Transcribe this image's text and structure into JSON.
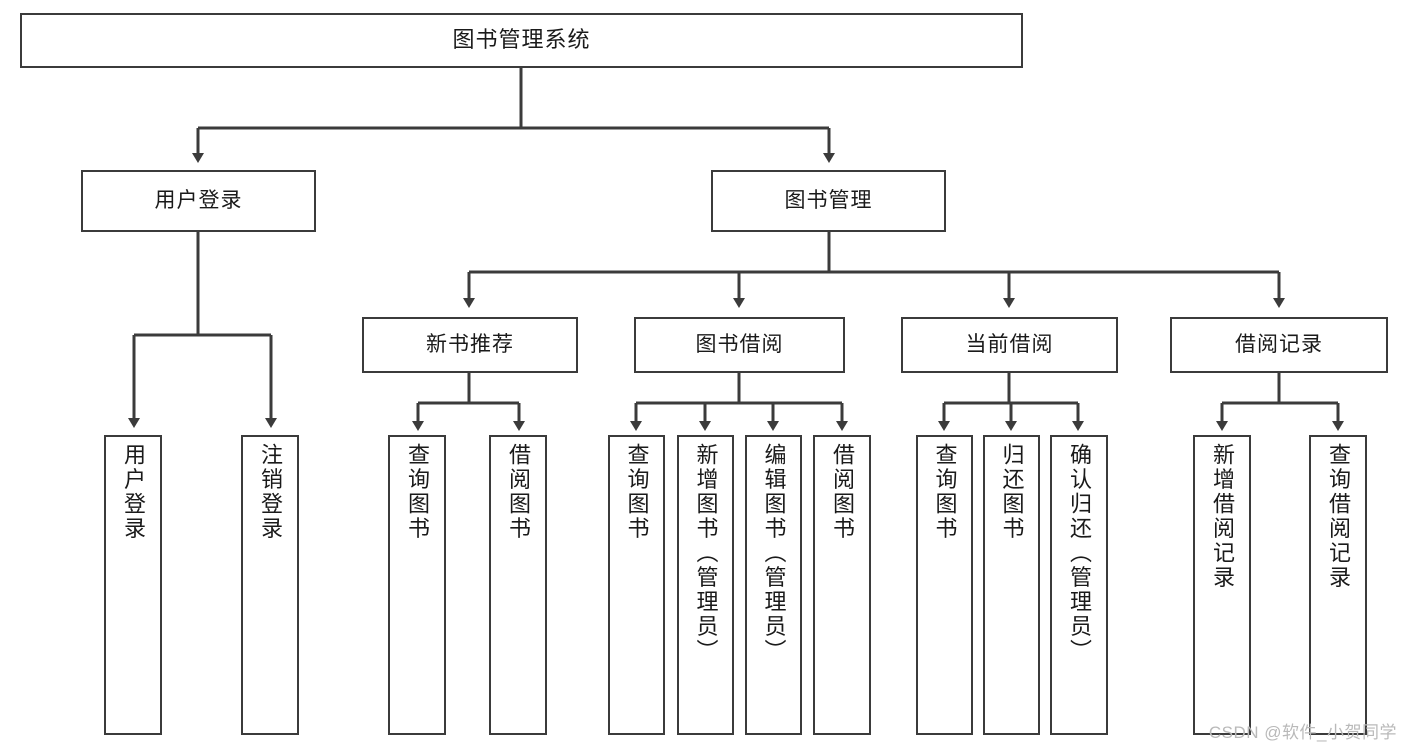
{
  "diagram": {
    "title": "图书管理系统",
    "type": "tree",
    "colors": {
      "box_border": "#3b3b3b",
      "box_fill": "#ffffff",
      "edge": "#3b3b3b",
      "text": "#1a1a1a",
      "watermark": "#b9b9b9"
    },
    "watermark": "CSDN @软件_小贺同学",
    "nodes": {
      "root": {
        "label": "图书管理系统"
      },
      "level1": [
        {
          "id": "user-login",
          "label": "用户登录"
        },
        {
          "id": "book-manage",
          "label": "图书管理"
        }
      ],
      "level2": [
        {
          "id": "new-book-recommend",
          "label": "新书推荐"
        },
        {
          "id": "book-borrow",
          "label": "图书借阅"
        },
        {
          "id": "current-borrow",
          "label": "当前借阅"
        },
        {
          "id": "borrow-record",
          "label": "借阅记录"
        }
      ],
      "leaves": {
        "user-login": [
          {
            "id": "leaf-user-login",
            "label": "用户登录"
          },
          {
            "id": "leaf-logout-login",
            "label": "注销登录"
          }
        ],
        "new-book-recommend": [
          {
            "id": "leaf-query-book-1",
            "label": "查询图书"
          },
          {
            "id": "leaf-borrow-book-1",
            "label": "借阅图书"
          }
        ],
        "book-borrow": [
          {
            "id": "leaf-query-book-2",
            "label": "查询图书"
          },
          {
            "id": "leaf-add-book",
            "label": "新增图书（管理员）"
          },
          {
            "id": "leaf-edit-book",
            "label": "编辑图书（管理员）"
          },
          {
            "id": "leaf-borrow-book-2",
            "label": "借阅图书"
          }
        ],
        "current-borrow": [
          {
            "id": "leaf-query-book-3",
            "label": "查询图书"
          },
          {
            "id": "leaf-return-book",
            "label": "归还图书"
          },
          {
            "id": "leaf-confirm-return",
            "label": "确认归还（管理员）"
          }
        ],
        "borrow-record": [
          {
            "id": "leaf-add-record",
            "label": "新增借阅记录"
          },
          {
            "id": "leaf-query-record",
            "label": "查询借阅记录"
          }
        ]
      }
    }
  }
}
